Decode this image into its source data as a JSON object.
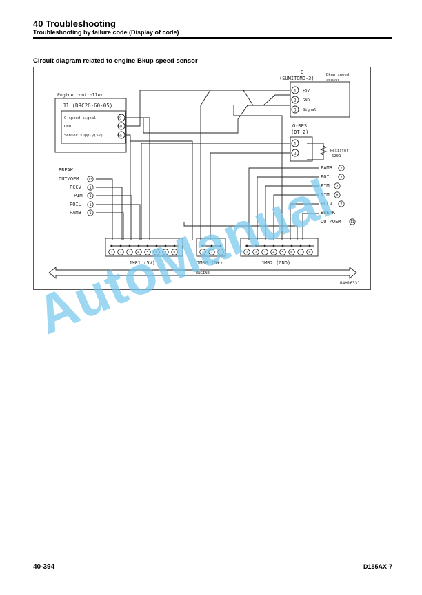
{
  "header": {
    "title": "40 Troubleshooting",
    "subtitle": "Troubleshooting by failure code (Display of code)"
  },
  "section_title": "Circuit diagram related to engine Bkup speed sensor",
  "diagram": {
    "engine_controller": {
      "title": "Engine controller",
      "connector": "J1 (DRC26-60-05)",
      "pins": [
        {
          "label": "G speed signal",
          "pin": "9"
        },
        {
          "label": "GND",
          "pin": "59"
        },
        {
          "label": "Sensor supply(5V)",
          "pin": "65"
        }
      ]
    },
    "sensor": {
      "name": "G",
      "connector": "(SUMITOMO-3)",
      "caption_line1": "Bkup speed",
      "caption_line2": "sensor",
      "pins": [
        {
          "pin": "1",
          "label": "+5V"
        },
        {
          "pin": "2",
          "label": "GND"
        },
        {
          "pin": "3",
          "label": "Signal"
        }
      ]
    },
    "resistor": {
      "name": "G-RES",
      "connector": "(DT-2)",
      "label": "Resistor",
      "value": "620Ω",
      "pins": [
        "1",
        "2"
      ]
    },
    "left_branches": [
      {
        "label": "BREAK",
        "label2": "OUT/OEM",
        "pin": "13"
      },
      {
        "label": "PCCV",
        "pin": "1"
      },
      {
        "label": "PIM",
        "pin": "1"
      },
      {
        "label": "POIL",
        "pin": "1"
      },
      {
        "label": "PAMB",
        "pin": "1"
      }
    ],
    "right_branches": [
      {
        "label": "PAMB",
        "pin": "2"
      },
      {
        "label": "POIL",
        "pin": "2"
      },
      {
        "label": "PIM",
        "pin": "2"
      },
      {
        "label": "TIM",
        "pin": "8"
      },
      {
        "label": "PCCV",
        "pin": "2"
      },
      {
        "label": "BREAK",
        "label2": "OUT/OEM",
        "pin": "11"
      }
    ],
    "junctions": [
      {
        "name": "JM01 (5V)",
        "pins": [
          "1",
          "2",
          "3",
          "4",
          "5",
          "6",
          "7",
          "8"
        ]
      },
      {
        "name": "JM06 (G+)",
        "pins": [
          "1",
          "2",
          "3"
        ]
      },
      {
        "name": "JM02 (GND)",
        "pins": [
          "1",
          "2",
          "3",
          "4",
          "5",
          "6",
          "7",
          "8"
        ]
      }
    ],
    "engine_label": "ENGINE",
    "figure_id": "B4H16331"
  },
  "watermark": "AutoManual",
  "footer": {
    "page": "40-394",
    "model": "D155AX-7"
  }
}
